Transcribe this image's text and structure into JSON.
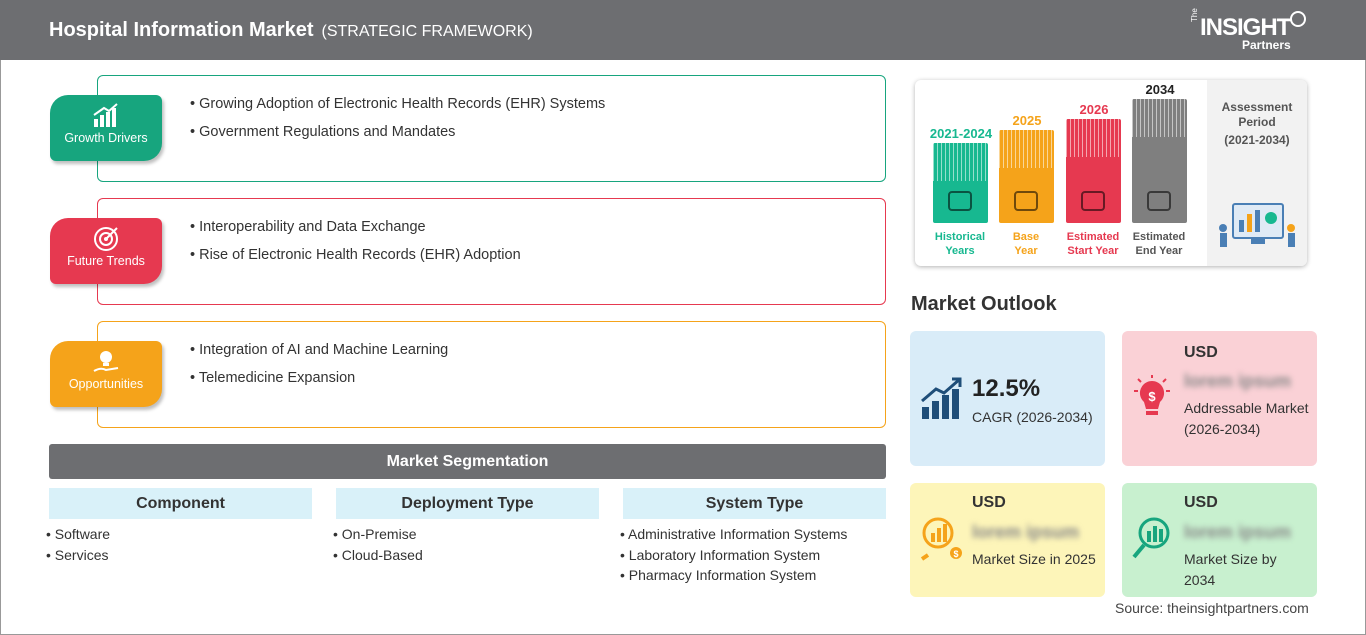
{
  "header": {
    "title": "Hospital Information Market",
    "subtitle": "(STRATEGIC FRAMEWORK)"
  },
  "logo": {
    "the": "The",
    "insight": "INSIGHT",
    "partners": "Partners"
  },
  "framework": {
    "growth": {
      "label": "Growth Drivers",
      "color": "#17a57e",
      "items": [
        "• Growing Adoption of Electronic Health Records (EHR) Systems",
        "• Government Regulations and Mandates"
      ]
    },
    "trends": {
      "label": "Future Trends",
      "color": "#e63950",
      "items": [
        "• Interoperability and Data Exchange",
        "• Rise of Electronic Health Records (EHR) Adoption"
      ]
    },
    "opps": {
      "label": "Opportunities",
      "color": "#f5a31a",
      "items": [
        "• Integration of AI and Machine Learning",
        "• Telemedicine Expansion"
      ]
    }
  },
  "segmentation": {
    "title": "Market Segmentation",
    "columns": [
      {
        "head": "Component",
        "items": [
          "• Software",
          "• Services"
        ]
      },
      {
        "head": "Deployment Type",
        "items": [
          "• On-Premise",
          "• Cloud-Based"
        ]
      },
      {
        "head": "System Type",
        "items": [
          "• Administrative Information Systems",
          "• Laboratory Information System",
          "• Pharmacy Information System"
        ]
      }
    ]
  },
  "timeline": {
    "bars": [
      {
        "year": "2021-2024",
        "label1": "Historical",
        "label2": "Years",
        "color": "#17b890"
      },
      {
        "year": "2025",
        "label1": "Base",
        "label2": "Year",
        "color": "#f5a31a"
      },
      {
        "year": "2026",
        "label1": "Estimated",
        "label2": "Start Year",
        "color": "#e63950"
      },
      {
        "year": "2034",
        "label1": "Estimated",
        "label2": "End Year",
        "color": "#7f7f7f"
      }
    ],
    "assessment": {
      "line1": "Assessment",
      "line2": "Period",
      "line3": "(2021-2034)"
    }
  },
  "outlook": {
    "title": "Market Outlook",
    "cagr": {
      "value": "12.5%",
      "label": "CAGR (2026-2034)"
    },
    "addressable": {
      "usd": "USD",
      "value": "lorem ipsum",
      "label": "Addressable Market (2026-2034)"
    },
    "size2025": {
      "usd": "USD",
      "value": "lorem ipsum",
      "label": "Market Size in 2025"
    },
    "size2034": {
      "usd": "USD",
      "value": "lorem ipsum",
      "label": "Market Size by 2034"
    }
  },
  "source": "Source: theinsightpartners.com"
}
